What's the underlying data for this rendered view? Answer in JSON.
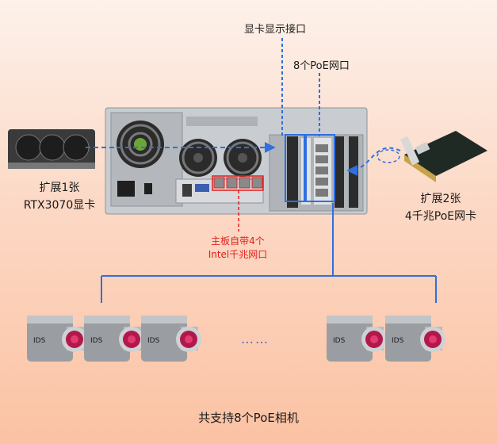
{
  "labels": {
    "gpu_port": "显卡显示接口",
    "poe_ports": "8个PoE网口",
    "expansion1_line1": "扩展1张",
    "expansion1_line2": "RTX3070显卡",
    "expansion2_line1": "扩展2张",
    "expansion2_line2": "4千兆PoE网卡",
    "mb_ports_line1": "主板自带4个",
    "mb_ports_line2": "Intel千兆网口",
    "cameras_caption": "共支持8个PoE相机",
    "ellipsis": "……"
  },
  "camera_brand": "IDS",
  "colors": {
    "blue_line": "#2f6fe0",
    "red_line": "#e0201e",
    "chassis": "#c9ccd0"
  }
}
